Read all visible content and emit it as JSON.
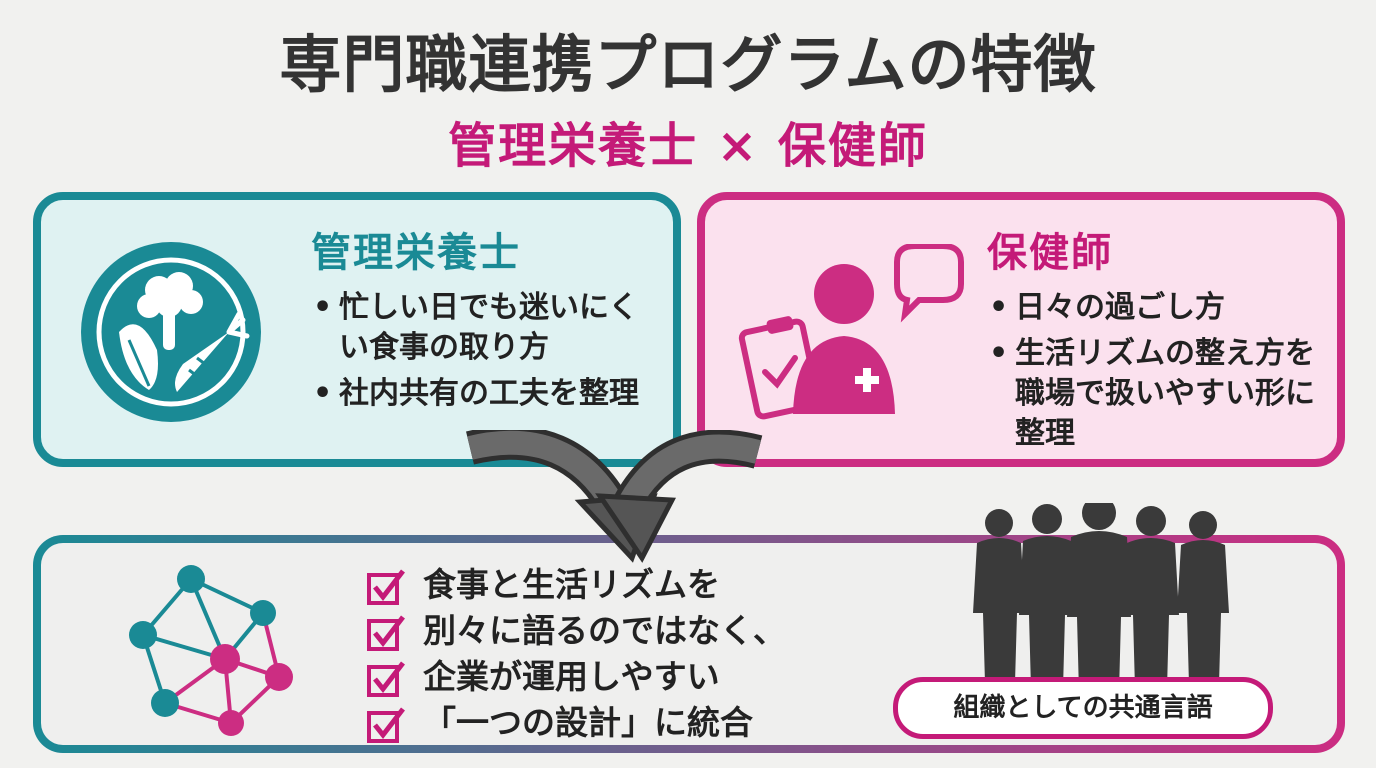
{
  "header": {
    "title": "専門職連携プログラムの特徴",
    "subtitle": "管理栄養士 × 保健師"
  },
  "dietitian": {
    "title": "管理栄養士",
    "icon": "vegetables-icon",
    "bullets": [
      "忙しい日でも迷いにくい食事の取り方",
      "社内共有の工夫を整理"
    ]
  },
  "nurse": {
    "title": "保健師",
    "icon": "health-nurse-icon",
    "bullets": [
      "日々の過ごし方",
      "生活リズムの整え方を職場で扱いやすい形に整理"
    ]
  },
  "integration": {
    "icon": "network-icon",
    "checks": [
      "食事と生活リズムを",
      "別々に語るのではなく、",
      "企業が運用しやすい",
      "「一つの設計」に統合"
    ],
    "badge": "組織としての共通言語",
    "people_icon": "team-silhouette-icon"
  },
  "colors": {
    "teal": "#1a8a95",
    "pink": "#cc2d82",
    "title": "#333333",
    "subtitle": "#c41a78"
  }
}
